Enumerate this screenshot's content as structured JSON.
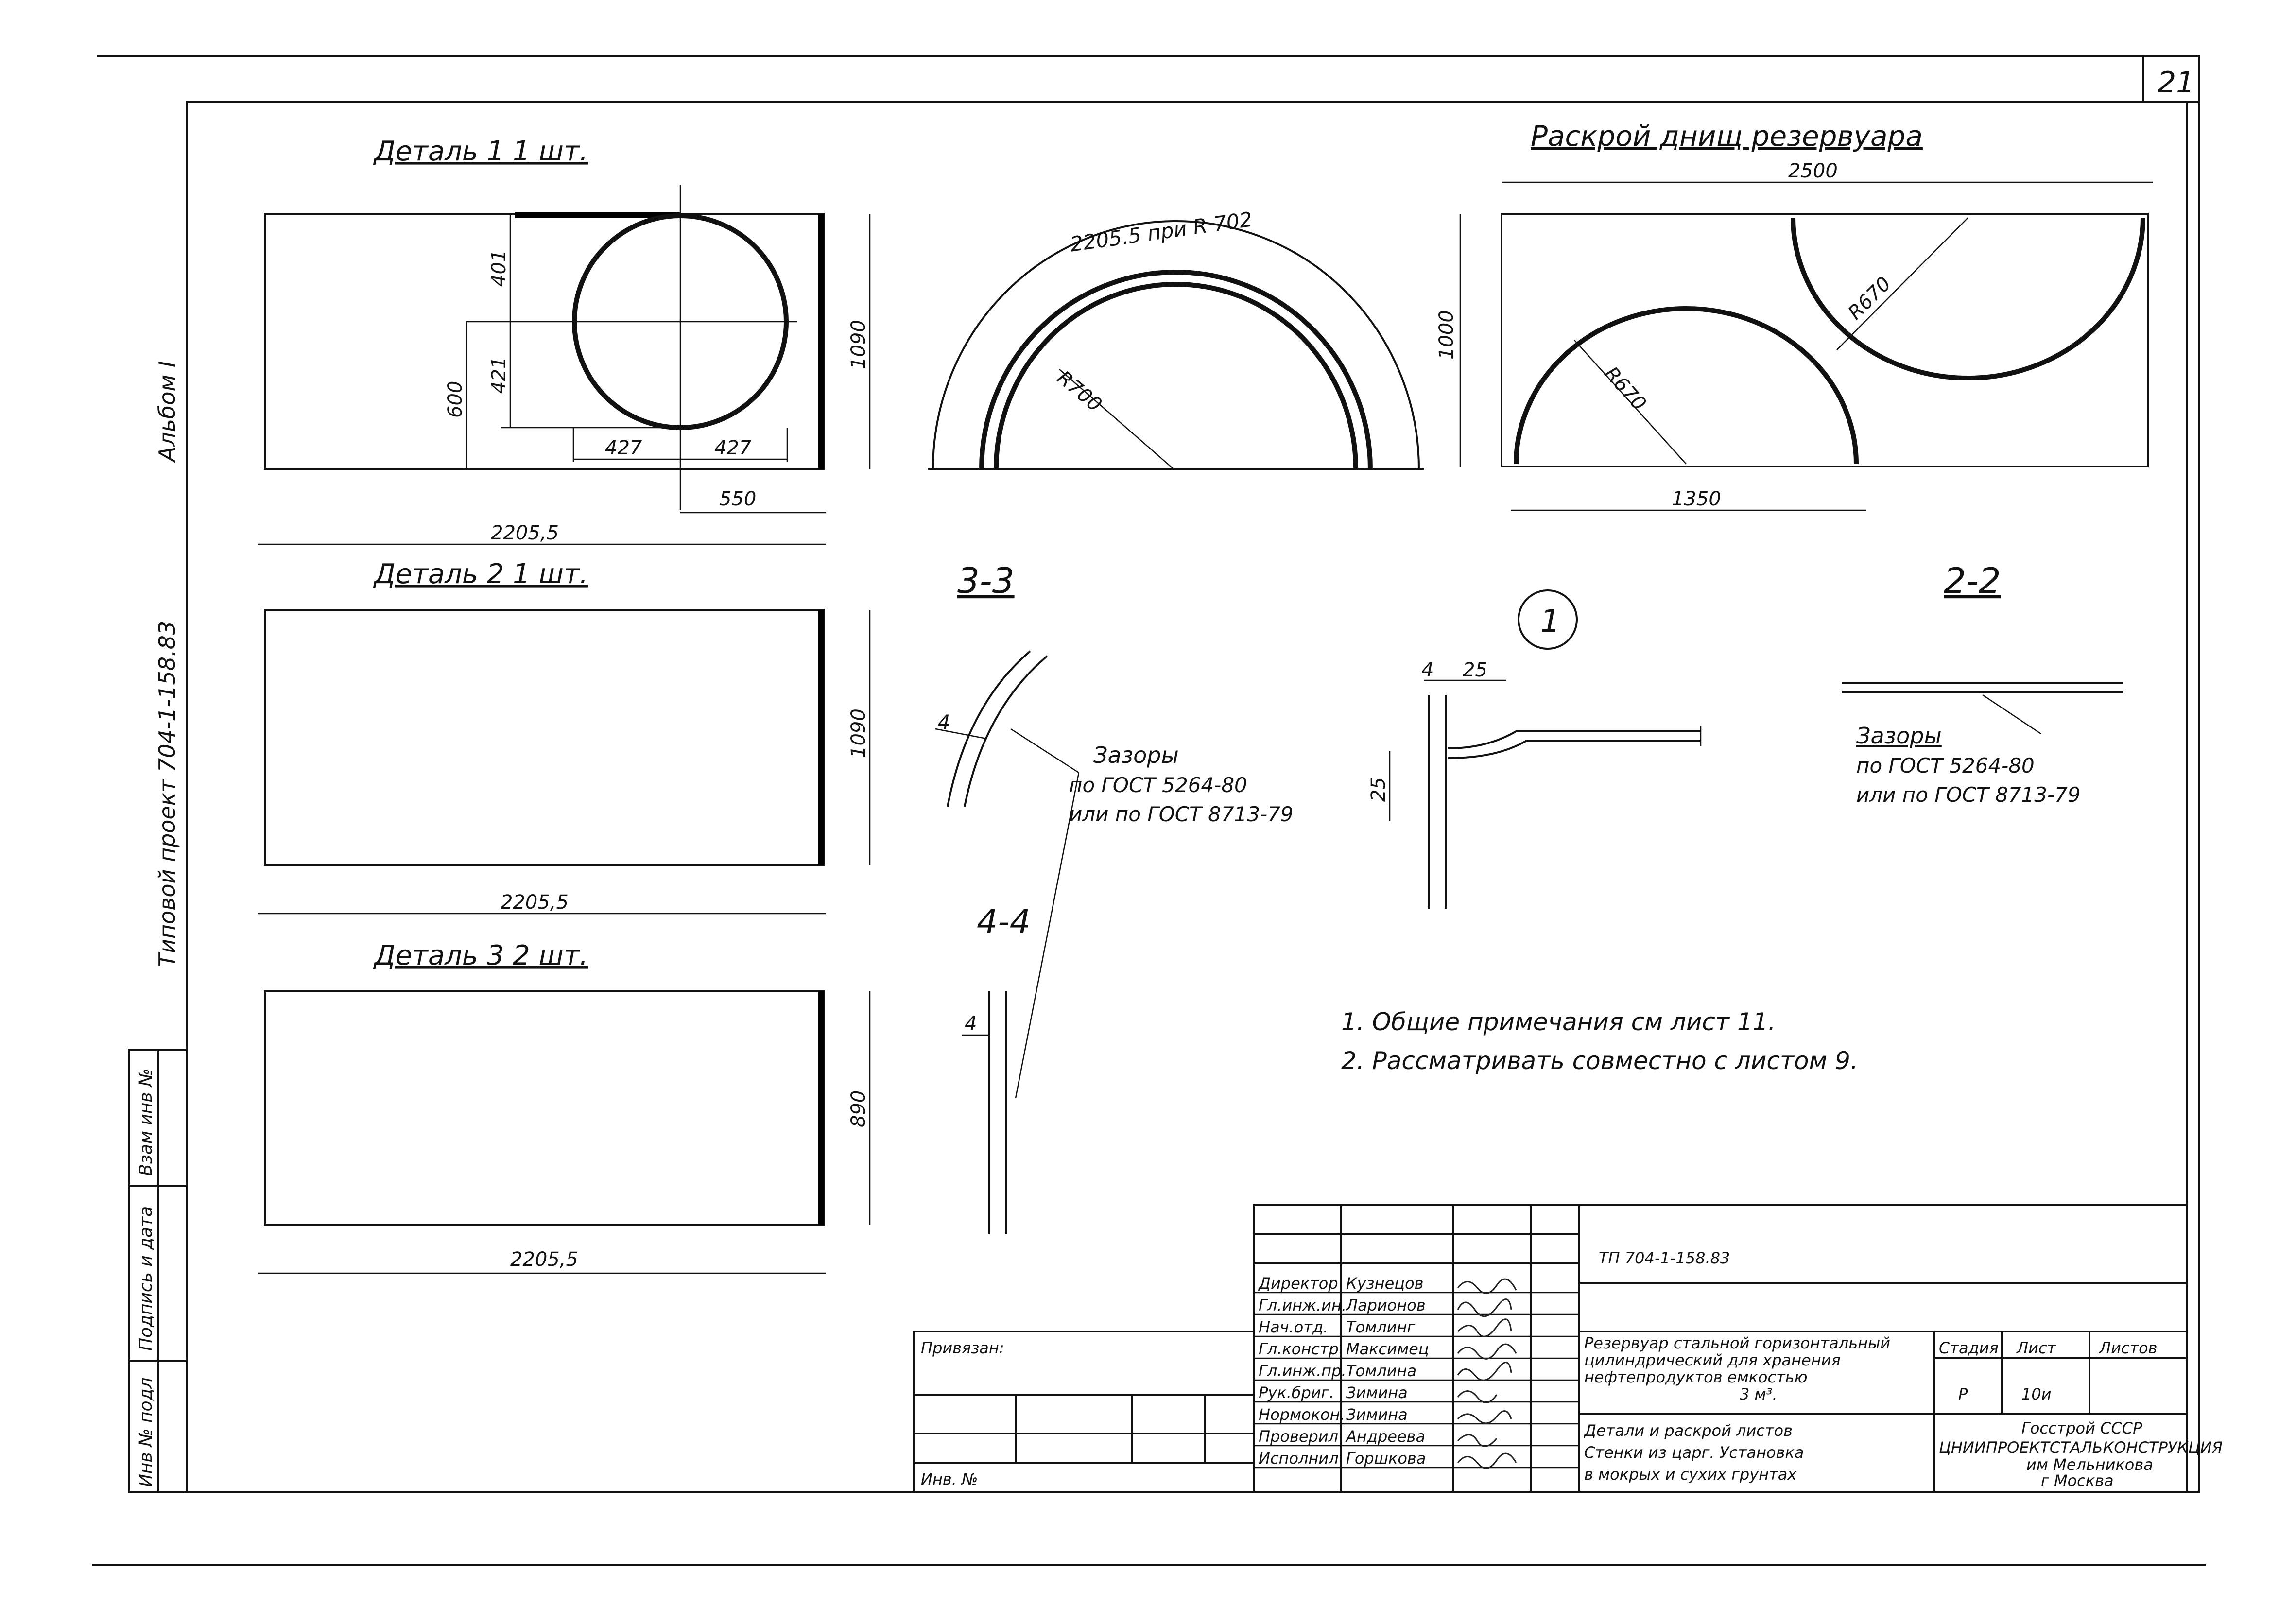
{
  "sheet_number": "21",
  "album": "Альбом I",
  "project_side": "Типовой проект 704-1-158.83",
  "side_stamp": [
    "Инв № подл",
    "Подпись и дата",
    "Взам инв №"
  ],
  "detail1": {
    "title": "Деталь 1   1 шт.",
    "dims": {
      "d401": "401",
      "d421": "421",
      "d600": "600",
      "d1090": "1090",
      "d427a": "427",
      "d427b": "427",
      "d550": "550",
      "d2205": "2205,5"
    }
  },
  "arc": {
    "top": "2205.5  при  R 702",
    "r700": "R700"
  },
  "raskroy": {
    "title": "Раскрой днищ резервуара",
    "d2500": "2500",
    "d1000": "1000",
    "r670a": "R670",
    "r670b": "R670",
    "d1350": "1350"
  },
  "detail2": {
    "title": "Деталь 2     1 шт.",
    "d1090": "1090",
    "d2205": "2205,5"
  },
  "detail3": {
    "title": "Деталь 3     2 шт.",
    "d890": "890",
    "d2205": "2205,5"
  },
  "section33": {
    "label": "3-3",
    "d4": "4",
    "gaps": [
      "Зазоры",
      "по ГОСТ 5264-80",
      "или по ГОСТ 8713-79"
    ]
  },
  "section44": {
    "label": "4-4",
    "d4": "4"
  },
  "node1": {
    "label": "1",
    "d4": "4",
    "d25a": "25",
    "d25b": "25"
  },
  "section22": {
    "label": "2-2",
    "gaps": [
      "Зазоры",
      "по ГОСТ 5264-80",
      "или по ГОСТ 8713-79"
    ]
  },
  "notes": [
    "1. Общие примечания см лист 11.",
    "2. Рассматривать совместно с листом 9."
  ],
  "title_block": {
    "doc_code": "ТП 704-1-158.83",
    "roles": [
      "Директор",
      "Гл.инж.ин.",
      "Нач.отд.",
      "Гл.констр.",
      "Гл.инж.пр.",
      "Рук.бриг.",
      "Нормокон.",
      "Проверил",
      "Исполнил"
    ],
    "names": [
      "Кузнецов",
      "Ларионов",
      "Томлинг",
      "Максимец",
      "Томлина",
      "Зимина",
      "Зимина",
      "Андреева",
      "Горшкова"
    ],
    "bound": "Привязан:",
    "inv": "Инв. №",
    "desc1": [
      "Резервуар стальной горизонтальный",
      "цилиндрический для хранения",
      "нефтепродуктов емкостью",
      "3 м³."
    ],
    "desc2": [
      "Детали и раскрой листов",
      "Стенки из царг. Установка",
      "в мокрых и сухих грунтах"
    ],
    "stage_label": "Стадия",
    "sheet_label": "Лист",
    "sheets_label": "Листов",
    "stage": "Р",
    "sheet": "10и",
    "org": [
      "Госстрой СССР",
      "ЦНИИПРОЕКТСТАЛЬКОНСТРУКЦИЯ",
      "им Мельникова",
      "г Москва"
    ]
  }
}
